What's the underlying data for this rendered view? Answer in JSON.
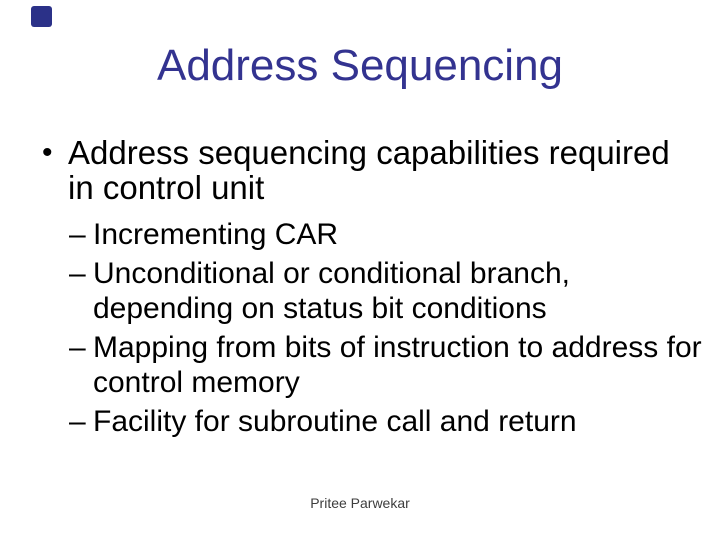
{
  "slide": {
    "title": "Address Sequencing",
    "footer": "Pritee Parwekar",
    "colors": {
      "background": "#ffffff",
      "title_text": "#333390",
      "body_text": "#000000",
      "footer_text": "#3d3d3d",
      "corner_square": "#2b3188"
    },
    "bullets": [
      {
        "level": 1,
        "marker": "•",
        "lines": [
          "Address sequencing capabilities required",
          "in control unit"
        ]
      },
      {
        "level": 2,
        "marker": "–",
        "lines": [
          "Incrementing CAR"
        ]
      },
      {
        "level": 2,
        "marker": "–",
        "lines": [
          "Unconditional or conditional branch,",
          "depending on status bit conditions"
        ]
      },
      {
        "level": 2,
        "marker": "–",
        "lines": [
          "Mapping from bits of instruction to address for",
          "control memory"
        ]
      },
      {
        "level": 2,
        "marker": "–",
        "lines": [
          "Facility for subroutine call and return"
        ]
      }
    ]
  }
}
